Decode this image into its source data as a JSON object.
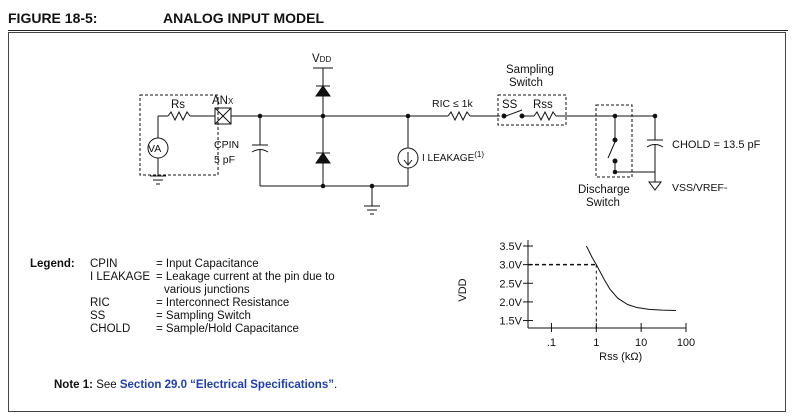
{
  "figure": {
    "number": "FIGURE 18-5:",
    "title": "ANALOG INPUT MODEL"
  },
  "circuit": {
    "vdd": "V",
    "vdd_sub": "DD",
    "rs": "Rs",
    "anx": "AN",
    "anx_sub": "X",
    "va": "VA",
    "cpin": "CPIN",
    "cpin_val": "5 pF",
    "ileakage": "I LEAKAGE",
    "ileakage_note": "(1)",
    "ric": "RIC ≤ 1k",
    "sampling_switch_1": "Sampling",
    "sampling_switch_2": "Switch",
    "ss": "SS",
    "rss": "Rss",
    "chold": "CHOLD = 13.5 pF",
    "discharge_1": "Discharge",
    "discharge_2": "Switch",
    "vss": "VSS/VREF-"
  },
  "legend": {
    "heading": "Legend:",
    "rows": [
      {
        "term": "CPIN",
        "def": "= Input Capacitance"
      },
      {
        "term": "I LEAKAGE",
        "def": "= Leakage current at the pin due to"
      },
      {
        "term": "",
        "def": "various junctions"
      },
      {
        "term": "RIC",
        "def": "= Interconnect Resistance"
      },
      {
        "term": "SS",
        "def": "= Sampling Switch"
      },
      {
        "term": "CHOLD",
        "def": "= Sample/Hold Capacitance"
      }
    ]
  },
  "note": {
    "label": "Note 1:",
    "prefix": "See",
    "link": "Section 29.0 “Electrical Specifications”",
    "suffix": "."
  },
  "chart_data": {
    "type": "line",
    "ylabel": "VDD",
    "xlabel": "Rss (kΩ)",
    "x_scale": "log",
    "xlim": [
      0.03,
      100
    ],
    "ylim": [
      1.3,
      3.5
    ],
    "x_ticks": [
      {
        "value": 0.1,
        "label": ".1"
      },
      {
        "value": 1,
        "label": "1"
      },
      {
        "value": 10,
        "label": "10"
      },
      {
        "value": 100,
        "label": "100"
      }
    ],
    "y_ticks": [
      {
        "value": 1.5,
        "label": "1.5V"
      },
      {
        "value": 2.0,
        "label": "2.0V"
      },
      {
        "value": 2.5,
        "label": "2.5V"
      },
      {
        "value": 3.0,
        "label": "3.0V"
      },
      {
        "value": 3.5,
        "label": "3.5V"
      }
    ],
    "series": [
      {
        "x": [
          0.6,
          0.8,
          1.0,
          1.5,
          2,
          3,
          5,
          8,
          15,
          30,
          60
        ],
        "y": [
          3.5,
          3.2,
          3.0,
          2.6,
          2.35,
          2.1,
          1.93,
          1.85,
          1.8,
          1.78,
          1.77
        ]
      }
    ],
    "reference": {
      "x": 1,
      "y": 3.0
    },
    "grid": false
  }
}
